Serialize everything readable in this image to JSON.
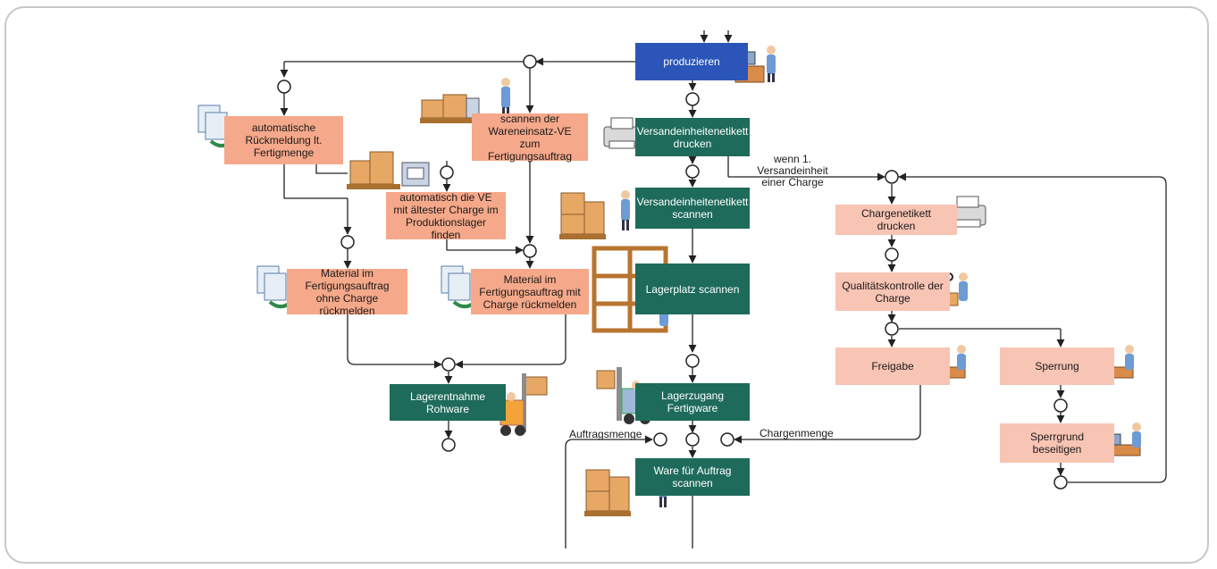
{
  "steps": {
    "produzieren": "produzieren",
    "auto_rueckmeldung": "automatische Rückmeldung lt. Fertigmenge",
    "scannen_wareneinsatz": "scannen der Wareneinsatz-VE zum Fertigungsauftrag",
    "ve_etikett_drucken": "Versandeinheitenetikett drucken",
    "ve_etikett_scannen": "Versandeinheitenetikett scannen",
    "auto_ve_finden": "automatisch die VE mit ältester Charge im Produktionslager finden",
    "material_ohne_charge": "Material im Fertigungsauftrag ohne Charge rückmelden",
    "material_mit_charge": "Material im Fertigungsauftrag mit Charge rückmelden",
    "lagerplatz_scannen": "Lagerplatz scannen",
    "lagerentnahme_rohware": "Lagerentnahme Rohware",
    "lagerzugang_fertigware": "Lagerzugang Fertigware",
    "ware_fuer_auftrag": "Ware für Auftrag scannen",
    "chargenetikett_drucken": "Chargenetikett drucken",
    "qualitaetskontrolle": "Qualitätskontrolle der Charge",
    "freigabe": "Freigabe",
    "sperrung": "Sperrung",
    "sperrgrund_beseitigen": "Sperrgrund beseitigen"
  },
  "labels": {
    "wenn_erste_ve": "wenn 1. Versandeinheit einer Charge",
    "auftragsmenge": "Auftragsmenge",
    "chargenmenge": "Chargenmenge"
  },
  "colors": {
    "salmon": "#f5a88a",
    "pink": "#f8c4b4",
    "green": "#1e6b5b",
    "blue": "#2b55b8",
    "line": "#222222"
  }
}
